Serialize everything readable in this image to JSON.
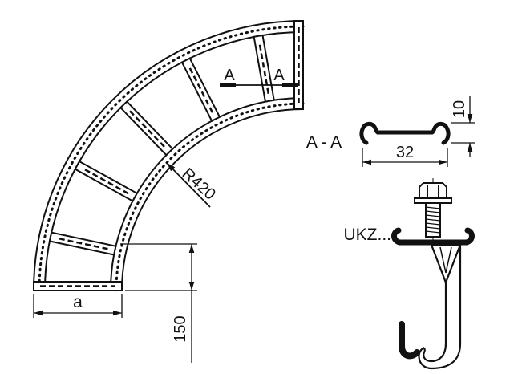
{
  "main_view": {
    "section_marker_left": "A",
    "section_marker_right": "A",
    "radius_label": "R420",
    "width_dim_label": "a",
    "leg_dim_label": "150"
  },
  "section_view": {
    "title": "A - A",
    "width_dim_label": "32",
    "height_dim_label": "10"
  },
  "clamp_detail": {
    "label": "UKZ..."
  },
  "colors": {
    "ink": "#111111",
    "background": "#ffffff"
  }
}
